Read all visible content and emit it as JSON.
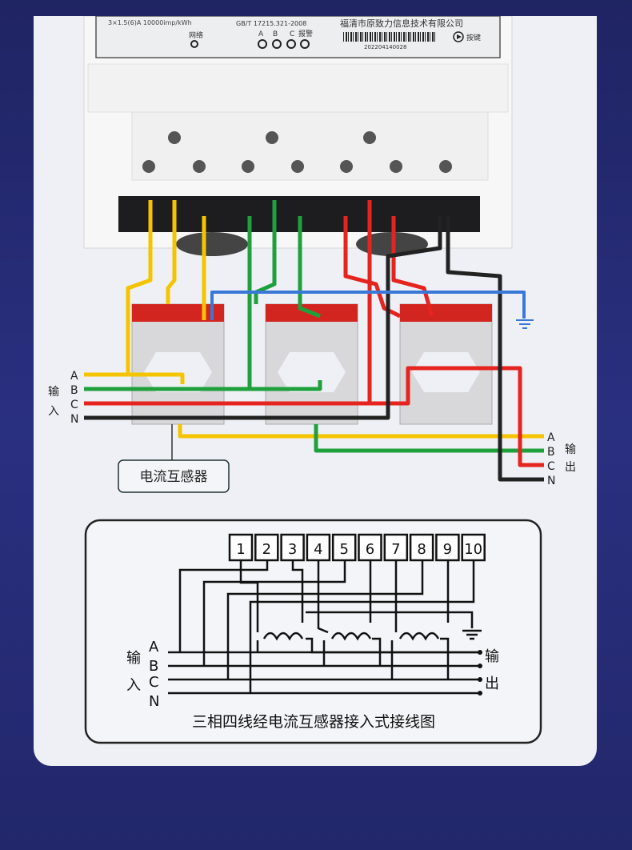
{
  "meter": {
    "standard": "GB/T 17215.321-2008",
    "company": "福清市原致力信息技术有限公司",
    "network_label": "网络",
    "indicator_labels": [
      "A",
      "B",
      "C",
      "报警"
    ],
    "serial": "202204140028",
    "button_label": "按键",
    "rating_text": "3×1.5(6)A  10000imp/kWh"
  },
  "photo": {
    "input_label": [
      "输",
      "入"
    ],
    "output_label": [
      "输",
      "出"
    ],
    "input_phases": [
      "A",
      "B",
      "C",
      "N"
    ],
    "output_phases": [
      "A",
      "B",
      "C",
      "N"
    ],
    "ct_label": "电流互感器",
    "wire_colors": {
      "A": "#f5c400",
      "B": "#1fa03c",
      "C": "#e5231f",
      "N": "#222222",
      "ground": "#3a78d8"
    }
  },
  "schematic": {
    "terminals": [
      "1",
      "2",
      "3",
      "4",
      "5",
      "6",
      "7",
      "8",
      "9",
      "10"
    ],
    "input_label": [
      "输",
      "入"
    ],
    "output_label": [
      "输",
      "出"
    ],
    "phases": [
      "A",
      "B",
      "C",
      "N"
    ],
    "caption": "三相四线经电流互感器接入式接线图"
  }
}
